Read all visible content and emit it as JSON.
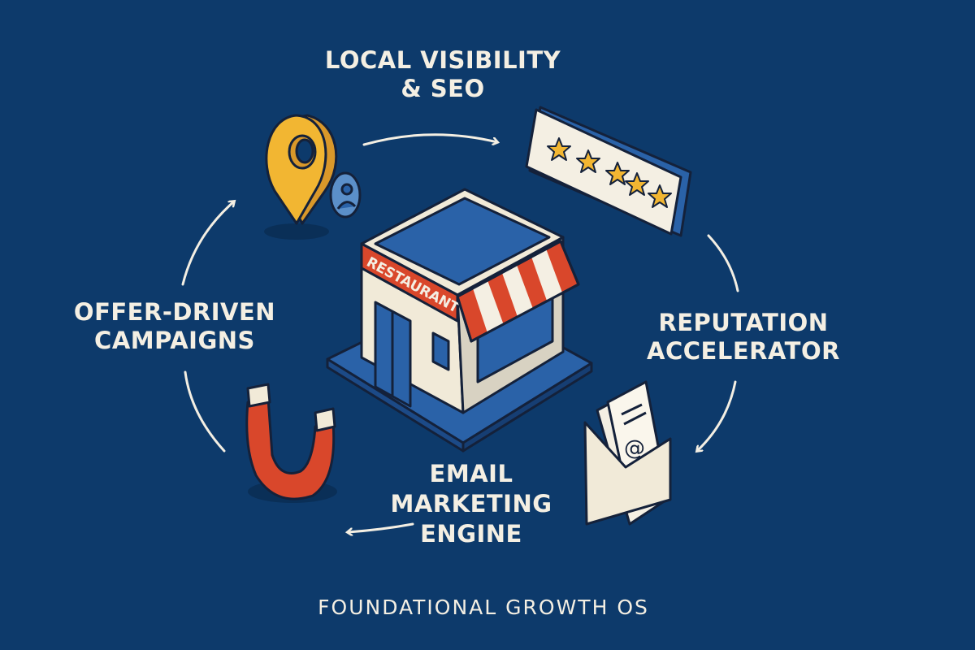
{
  "labels": {
    "local": [
      "LOCAL VISIBILITY",
      "& SEO"
    ],
    "reputation": [
      "REPUTATION",
      "ACCELERATOR"
    ],
    "email": [
      "EMAIL",
      "MARKETING",
      "ENGINE"
    ],
    "offer": [
      "OFFER-DRIVEN",
      "CAMPAIGNS"
    ]
  },
  "center": {
    "sign_text": "RESTAURANT"
  },
  "footer": {
    "title": "FOUNDATIONAL GROWTH OS"
  },
  "icons": [
    "map-pin-icon",
    "user-icon",
    "five-star-rating-icon",
    "restaurant-storefront-icon",
    "email-envelope-icon",
    "magnet-icon"
  ],
  "colors": {
    "background": "#0d3a6b",
    "text": "#f4efe3",
    "accent_red": "#d9472b",
    "accent_yellow": "#f2b632",
    "building_blue": "#2a62a8"
  }
}
